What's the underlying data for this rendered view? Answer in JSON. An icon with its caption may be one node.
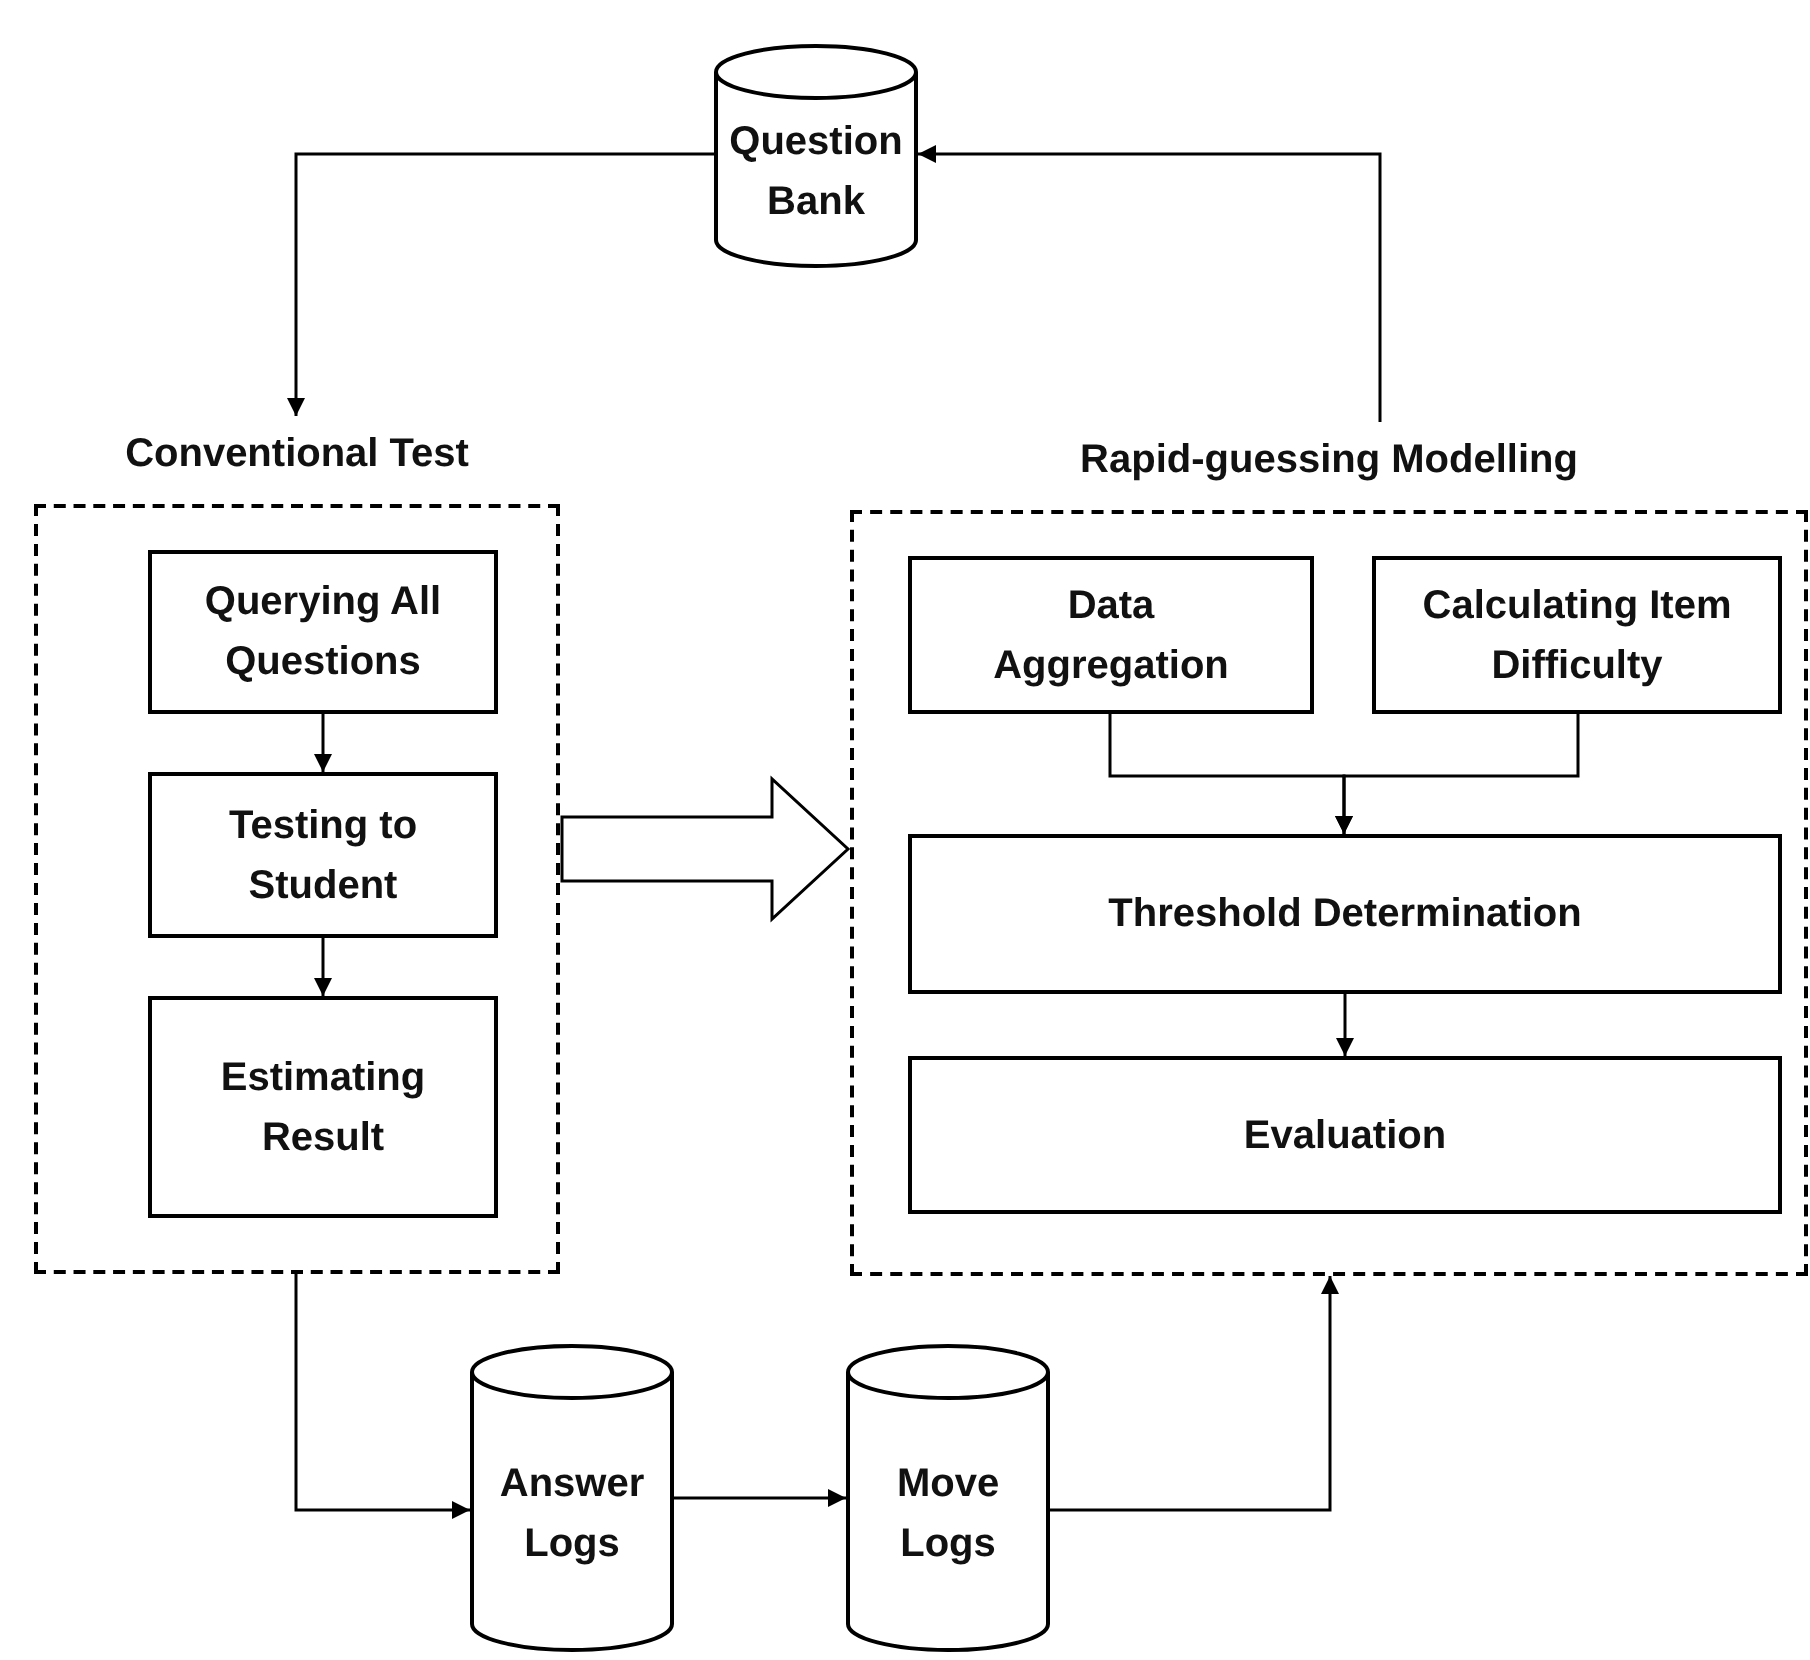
{
  "diagram": {
    "nodes": [
      {
        "text": [
          "Question Bank"
        ]
      },
      {
        "text": [
          "Conventional Test"
        ]
      },
      {
        "text": [
          "Querying All Questions"
        ],
        "in": 1
      },
      {
        "text": [
          "Testing to Student"
        ],
        "in": 1
      },
      {
        "text": [
          "Estimating Result"
        ],
        "in": 1
      },
      {
        "text": [
          "Rapid-guessing Modelling"
        ]
      },
      {
        "text": [
          "Data Aggregation"
        ],
        "in": 5
      },
      {
        "text": [
          "Calculating Item Difficulty"
        ],
        "in": 5
      },
      {
        "text": [
          "Threshold Determination"
        ],
        "in": 5
      },
      {
        "text": [
          "Evaluation"
        ],
        "in": 5
      },
      {
        "text": [
          "Answer Logs"
        ]
      },
      {
        "text": [
          "Move Logs"
        ]
      }
    ],
    "edges": [
      {
        "from": 0,
        "to": 1,
        "arrow": "to"
      },
      {
        "from": 5,
        "to": 0,
        "arrow": "to"
      },
      {
        "from": 2,
        "to": 3,
        "arrow": "to"
      },
      {
        "from": 3,
        "to": 4,
        "arrow": "to"
      },
      {
        "from": 6,
        "to": 8,
        "arrow": "to"
      },
      {
        "from": 7,
        "to": 8,
        "arrow": "to"
      },
      {
        "from": 8,
        "to": 9,
        "arrow": "to"
      },
      {
        "from": 1,
        "to": 10,
        "arrow": "to"
      },
      {
        "from": 10,
        "to": 11,
        "arrow": "to"
      },
      {
        "from": 11,
        "to": 5,
        "arrow": "to"
      },
      {
        "from": 1,
        "to": 5,
        "arrow": "to",
        "style": "thick"
      }
    ]
  }
}
